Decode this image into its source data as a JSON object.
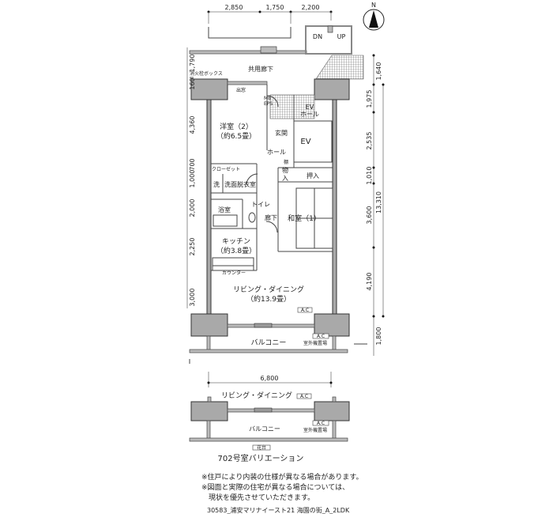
{
  "compass": {
    "label": "N"
  },
  "dims_top": [
    "2,850",
    "1,750",
    "2,200"
  ],
  "dims_left": [
    "1,790",
    "160",
    "4,360",
    "700",
    "1,000",
    "2,000",
    "2,250",
    "3,000"
  ],
  "dims_right_inner": [
    "1,640",
    "1,975",
    "2,535",
    "1,010",
    "3,600",
    "4,190",
    "1,800"
  ],
  "dims_right_outer": "13,310",
  "dim_bottom": "6,800",
  "stairs": {
    "down": "DN",
    "up": "UP"
  },
  "labels": {
    "hydrant_box": "消火栓ボックス",
    "common_corridor": "共用廊下",
    "bay_window": "出窓",
    "mb_eps": "MB",
    "eps": "EPS",
    "ev_hall_1": "EV",
    "ev_hall_2": "ホール",
    "ev": "EV",
    "western_room": "洋室（2）",
    "western_room_size": "（約6.5畳）",
    "entrance": "玄関",
    "hall": "ホール",
    "storage": "物",
    "storage2": "入",
    "shelf": "棚",
    "closet": "押入",
    "japanese_room": "和室（1）",
    "walk_closet": "クローゼット",
    "washer": "洗",
    "washroom": "洗面脱衣室",
    "bath": "浴室",
    "toilet": "トイレ",
    "corridor": "廊下",
    "kitchen": "キッチン",
    "kitchen_size": "（約3.8畳）",
    "counter": "カウンター",
    "living": "リビング・ダイニング",
    "living_size": "（約13.9畳）",
    "ac": "A.C",
    "balcony": "バルコニー",
    "ac_space": "室外機置場"
  },
  "variation": {
    "living": "リビング・ダイニング",
    "ac": "A.C",
    "balcony": "バルコニー",
    "ac_space": "室外機置場",
    "flower_bed": "花台",
    "title": "702号室バリエーション"
  },
  "notes": [
    "※住戸により内装の仕様が異なる場合があります。",
    "※図面と実際の住宅が異なる場合については、",
    "　現状を優先させていただきます。"
  ],
  "footer": "30583_浦安マリナイースト21 海園の街_A_2LDK"
}
